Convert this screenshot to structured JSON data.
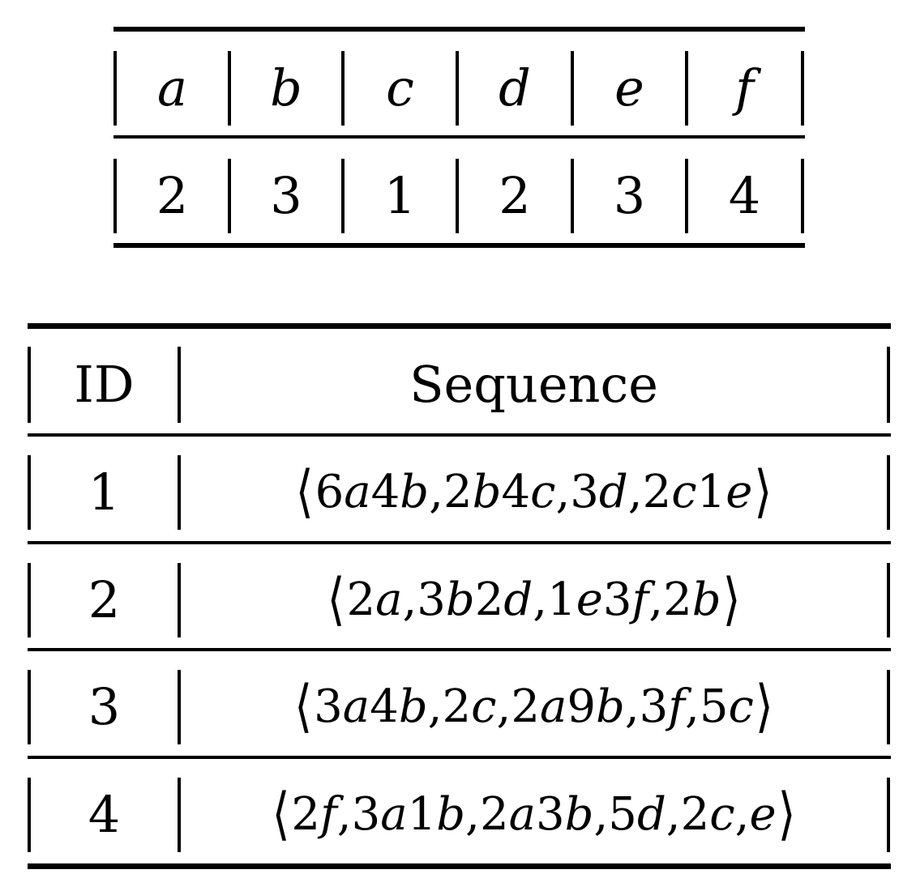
{
  "weight_table": {
    "headers": [
      "a",
      "b",
      "c",
      "d",
      "e",
      "f"
    ],
    "values": [
      "2",
      "3",
      "1",
      "2",
      "3",
      "4"
    ]
  },
  "sequence_table": {
    "id_header": "ID",
    "sequence_header": "Sequence",
    "rows": [
      {
        "id": "1",
        "sequence": "⟨6a4b, 2b4c, 3d, 2c1e⟩"
      },
      {
        "id": "2",
        "sequence": "⟨2a, 3b2d, 1e3f, 2b⟩"
      },
      {
        "id": "3",
        "sequence": "⟨3a4b, 2c, 2a9b, 3f, 5c⟩"
      },
      {
        "id": "4",
        "sequence": "⟨2f, 3a1b, 2a3b, 5d, 2c, e⟩"
      }
    ]
  }
}
